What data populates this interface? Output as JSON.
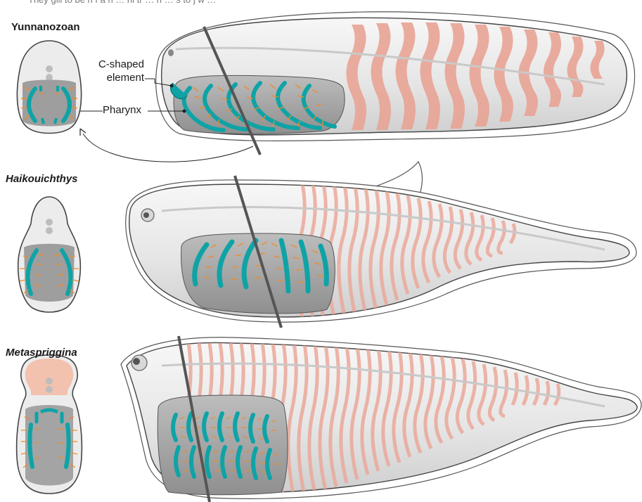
{
  "header_fragment": "They gill to be a n f a n ... hi tr   ... h   s to j w  ... s",
  "species": [
    {
      "name": "Yunnanozoan",
      "italic": false
    },
    {
      "name": "Haikouichthys",
      "italic": true
    },
    {
      "name": "Metaspriggina",
      "italic": true
    }
  ],
  "annotations": {
    "c_shaped_element": "C-shaped\nelement",
    "pharynx": "Pharynx"
  },
  "colors": {
    "gill_arch": "#0fa3a6",
    "gill_filament": "#f08a24",
    "muscle_blocks": "#eaa89a",
    "body_fill": "#e9e9e9",
    "pharynx_fill": "#9a9a9a",
    "section_line": "#555555"
  }
}
